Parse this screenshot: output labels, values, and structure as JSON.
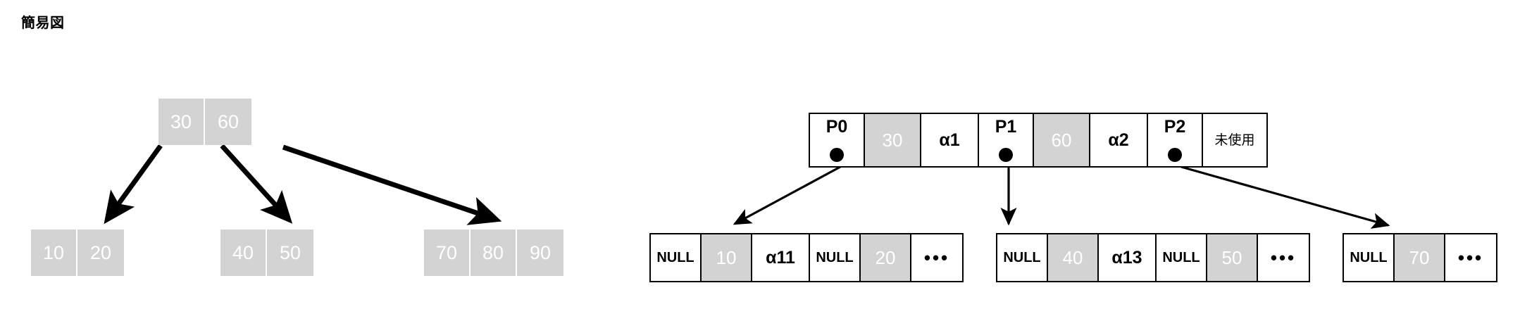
{
  "title": "簡易図",
  "colors": {
    "gray_fill": "#d3d3d3",
    "stroke": "#000000",
    "background": "#ffffff",
    "gray_text": "#ffffff"
  },
  "simple_tree": {
    "root": {
      "name": "root-node",
      "cells": [
        "30",
        "60"
      ]
    },
    "leaves": [
      {
        "name": "leaf-node-1",
        "cells": [
          "10",
          "20"
        ]
      },
      {
        "name": "leaf-node-2",
        "cells": [
          "40",
          "50"
        ]
      },
      {
        "name": "leaf-node-3",
        "cells": [
          "70",
          "80",
          "90"
        ]
      }
    ]
  },
  "detail_structure": {
    "internal_node": {
      "name": "internal-node",
      "cells": [
        {
          "label": "P0",
          "kind": "pointer",
          "gray": false
        },
        {
          "label": "30",
          "kind": "key",
          "gray": true
        },
        {
          "label": "α1",
          "kind": "alpha",
          "gray": false
        },
        {
          "label": "P1",
          "kind": "pointer",
          "gray": false
        },
        {
          "label": "60",
          "kind": "key",
          "gray": true
        },
        {
          "label": "α2",
          "kind": "alpha",
          "gray": false
        },
        {
          "label": "P2",
          "kind": "pointer",
          "gray": false
        },
        {
          "label": "未使用",
          "kind": "unused",
          "gray": false
        }
      ]
    },
    "leaf_nodes": [
      {
        "name": "detail-leaf-node-1",
        "cells": [
          {
            "label": "NULL",
            "kind": "null",
            "gray": false
          },
          {
            "label": "10",
            "kind": "key",
            "gray": true
          },
          {
            "label": "α11",
            "kind": "alpha",
            "gray": false
          },
          {
            "label": "NULL",
            "kind": "null",
            "gray": false
          },
          {
            "label": "20",
            "kind": "key",
            "gray": true
          },
          {
            "label": "•••",
            "kind": "ellipsis",
            "gray": false
          }
        ]
      },
      {
        "name": "detail-leaf-node-2",
        "cells": [
          {
            "label": "NULL",
            "kind": "null",
            "gray": false
          },
          {
            "label": "40",
            "kind": "key",
            "gray": true
          },
          {
            "label": "α13",
            "kind": "alpha",
            "gray": false
          },
          {
            "label": "NULL",
            "kind": "null",
            "gray": false
          },
          {
            "label": "50",
            "kind": "key",
            "gray": true
          },
          {
            "label": "•••",
            "kind": "ellipsis",
            "gray": false
          }
        ]
      },
      {
        "name": "detail-leaf-node-3",
        "cells": [
          {
            "label": "NULL",
            "kind": "null",
            "gray": false
          },
          {
            "label": "70",
            "kind": "key",
            "gray": true
          },
          {
            "label": "•••",
            "kind": "ellipsis",
            "gray": false
          }
        ]
      }
    ]
  }
}
